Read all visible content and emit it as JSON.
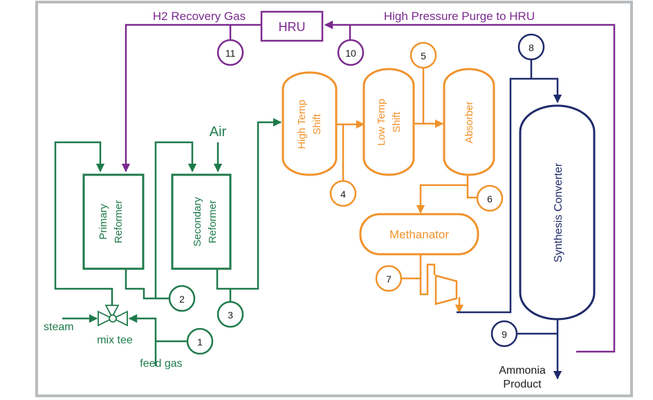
{
  "colors": {
    "green": "#1e7a4a",
    "orange": "#f0922b",
    "purple": "#7b2a8e",
    "navy": "#1f2a6b",
    "frame": "#b9bcbe"
  },
  "labels": {
    "h2_recovery": "H2 Recovery Gas",
    "hp_purge": "High Pressure Purge to HRU",
    "hru": "HRU",
    "air": "Air",
    "steam": "steam",
    "mix_tee": "mix tee",
    "feed_gas": "feed gas",
    "ammonia": "Ammonia",
    "product": "Product"
  },
  "vessels": {
    "primary": [
      "Primary",
      "Reformer"
    ],
    "secondary": [
      "Secondary",
      "Reformer"
    ],
    "hts": [
      "High Temp",
      "Shift"
    ],
    "lts": [
      "Low Temp",
      "Shift"
    ],
    "absorber": "Absorber",
    "methanator": "Methanator",
    "synthesis": "Synthesis Converter"
  },
  "streams": [
    "1",
    "2",
    "3",
    "4",
    "5",
    "6",
    "7",
    "8",
    "9",
    "10",
    "11"
  ]
}
